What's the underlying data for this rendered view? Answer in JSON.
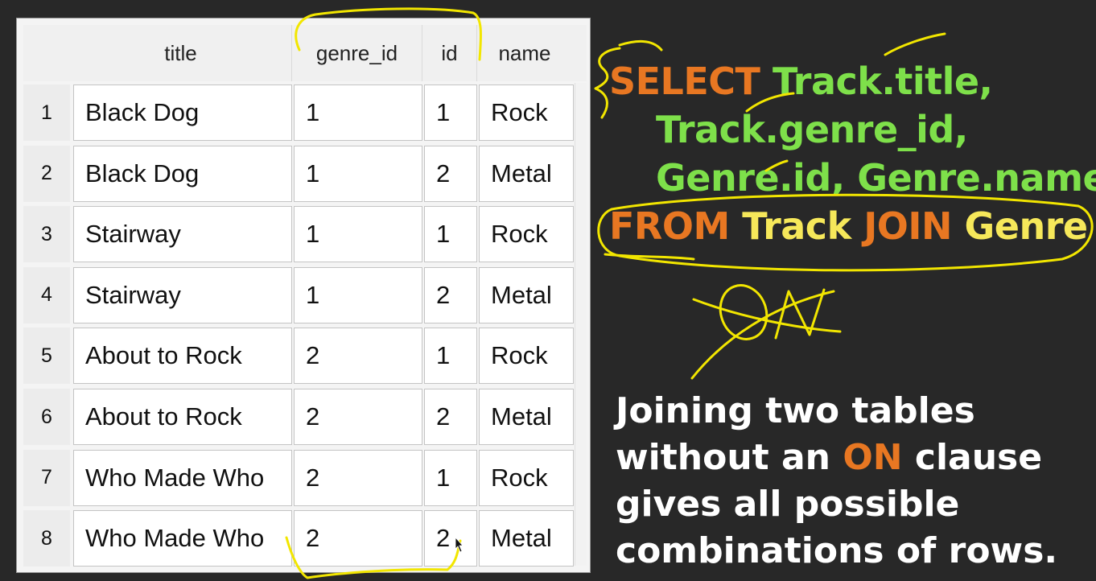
{
  "table": {
    "headers": [
      "title",
      "genre_id",
      "id",
      "name"
    ],
    "rows": [
      {
        "num": "1",
        "title": "Black Dog",
        "genre_id": "1",
        "id": "1",
        "name": "Rock"
      },
      {
        "num": "2",
        "title": "Black Dog",
        "genre_id": "1",
        "id": "2",
        "name": "Metal"
      },
      {
        "num": "3",
        "title": "Stairway",
        "genre_id": "1",
        "id": "1",
        "name": "Rock"
      },
      {
        "num": "4",
        "title": "Stairway",
        "genre_id": "1",
        "id": "2",
        "name": "Metal"
      },
      {
        "num": "5",
        "title": "About to Rock",
        "genre_id": "2",
        "id": "1",
        "name": "Rock"
      },
      {
        "num": "6",
        "title": "About to Rock",
        "genre_id": "2",
        "id": "2",
        "name": "Metal"
      },
      {
        "num": "7",
        "title": "Who Made Who",
        "genre_id": "2",
        "id": "1",
        "name": "Rock"
      },
      {
        "num": "8",
        "title": "Who Made Who",
        "genre_id": "2",
        "id": "2",
        "name": "Metal"
      }
    ]
  },
  "sql": {
    "select_kw": "SELECT",
    "field1": "Track.title,",
    "field2": "Track.genre_id,",
    "field3": "Genre.id, Genre.name",
    "from_kw": "FROM",
    "table1": "Track",
    "join_kw": "JOIN",
    "table2": "Genre"
  },
  "description": {
    "part1": "Joining two tables without an ",
    "on_kw": "ON",
    "part2": " clause gives all possible combinations of rows."
  },
  "colors": {
    "keyword": "#e87722",
    "field": "#7ee04a",
    "table": "#f6e85a",
    "annotation": "#f2e600",
    "background": "#282828"
  }
}
